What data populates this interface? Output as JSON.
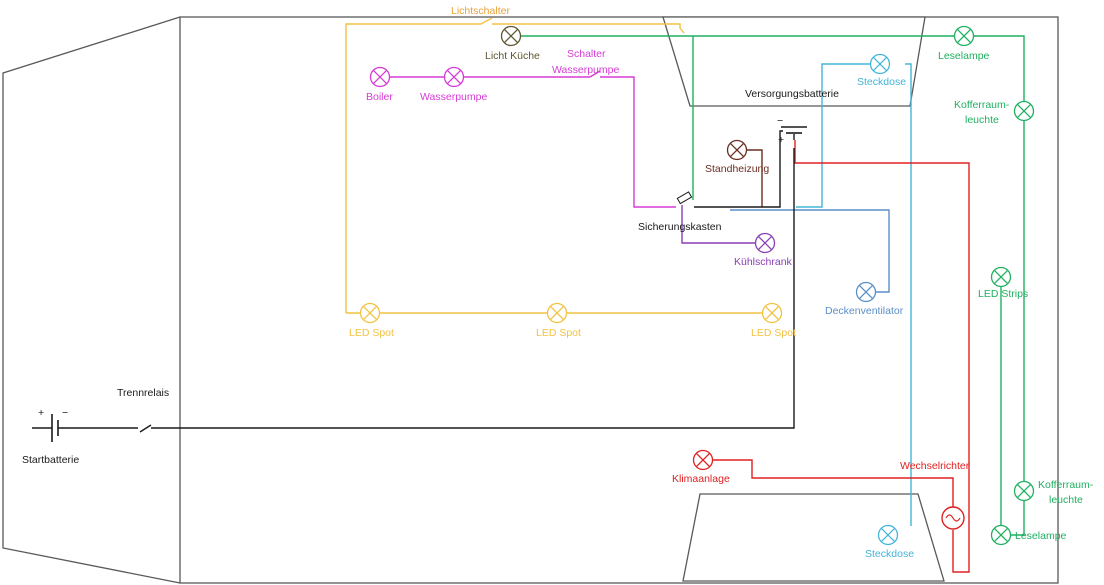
{
  "colors": {
    "outline": "#595959",
    "black": "#1a1a1a",
    "orange": "#f2c242",
    "orange_text": "#e8a33c",
    "green": "#1fb060",
    "magenta": "#d63bd6",
    "blue": "#45b5d9",
    "steelblue": "#5b8fc7",
    "red": "#e02020",
    "brown": "#6b2d22",
    "purple": "#8a3fb5",
    "olive": "#5e5730"
  },
  "labels": {
    "startbatterie": "Startbatterie",
    "trennrelais": "Trennrelais",
    "lichtschalter": "Lichtschalter",
    "licht_kueche": "Licht Küche",
    "schalter_wasserpumpe_1": "Schalter",
    "schalter_wasserpumpe_2": "Wasserpumpe",
    "boiler": "Boiler",
    "wasserpumpe": "Wasserpumpe",
    "versorgungsbatterie": "Versorgungsbatterie",
    "steckdose_top": "Steckdose",
    "leselampe_top": "Leselampe",
    "kofferraum_top_1": "Kofferraum-",
    "kofferraum_top_2": "leuchte",
    "standheizung": "Standheizung",
    "sicherungskasten": "Sicherungskasten",
    "kuehlschrank": "Kühlschrank",
    "deckenventilator": "Deckenventilator",
    "led_strips": "LED Strips",
    "led_spot_1": "LED Spot",
    "led_spot_2": "LED Spot",
    "led_spot_3": "LED Spot",
    "klimaanlage": "Klimaanlage",
    "wechselrichter": "Wechselrichter",
    "steckdose_bottom": "Steckdose",
    "kofferraum_bottom_1": "Kofferraum-",
    "kofferraum_bottom_2": "leuchte",
    "leselampe_bottom": "Leselampe",
    "battery_plus": "+",
    "battery_minus": "−"
  }
}
